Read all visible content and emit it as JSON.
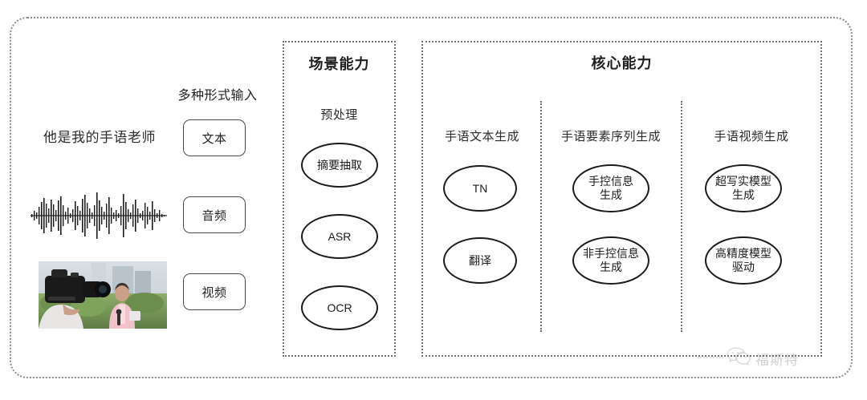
{
  "diagram": {
    "input_section": {
      "heading": "多种形式输入",
      "sample_sentence": "他是我的手语老师",
      "modalities": [
        {
          "label": "文本",
          "icon": "text-icon"
        },
        {
          "label": "音频",
          "icon": "waveform-icon"
        },
        {
          "label": "视频",
          "icon": "video-icon"
        }
      ]
    },
    "scene_panel": {
      "title": "场景能力",
      "groups": [
        {
          "label": "预处理",
          "nodes": [
            "摘要抽取",
            "ASR",
            "OCR"
          ]
        }
      ]
    },
    "core_panel": {
      "title": "核心能力",
      "groups": [
        {
          "label": "手语文本生成",
          "nodes": [
            "TN",
            "翻译"
          ]
        },
        {
          "label": "手语要素序列生成",
          "nodes": [
            "手控信息\n生成",
            "非手控信息\n生成"
          ]
        },
        {
          "label": "手语视频生成",
          "nodes": [
            "超写实模型\n生成",
            "高精度模型\n驱动"
          ]
        }
      ]
    },
    "watermark": {
      "text": "福斯特",
      "icon": "wechat-icon"
    },
    "colors": {
      "border_dotted": "#6f6f6f",
      "frame_dotted": "#8d8d8d",
      "ellipse_stroke": "#1b1b1b",
      "text": "#2b2b2b",
      "background": "#ffffff"
    }
  }
}
